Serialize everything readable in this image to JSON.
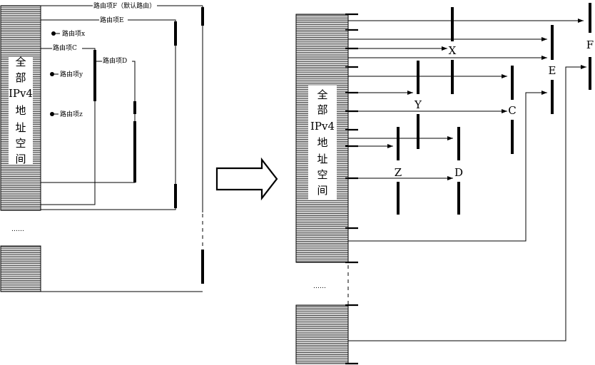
{
  "left_panel": {
    "address_space_label": [
      "全",
      "部",
      "IPv4",
      "地",
      "址",
      "空",
      "间"
    ],
    "ellipsis": "……",
    "routes": {
      "F": "路由项F（默认路由）",
      "E": "路由项E",
      "x": "路由项x",
      "C": "路由项C",
      "D": "路由项D",
      "y": "路由项y",
      "z": "路由项z"
    }
  },
  "right_panel": {
    "address_space_label": [
      "全",
      "部",
      "IPv4",
      "地",
      "址",
      "空",
      "间"
    ],
    "ellipsis": "……",
    "nodes": {
      "X": "X",
      "Y": "Y",
      "Z": "Z",
      "C": "C",
      "D": "D",
      "E": "E",
      "F": "F"
    }
  },
  "arrow": {
    "name": "transition-arrow"
  }
}
